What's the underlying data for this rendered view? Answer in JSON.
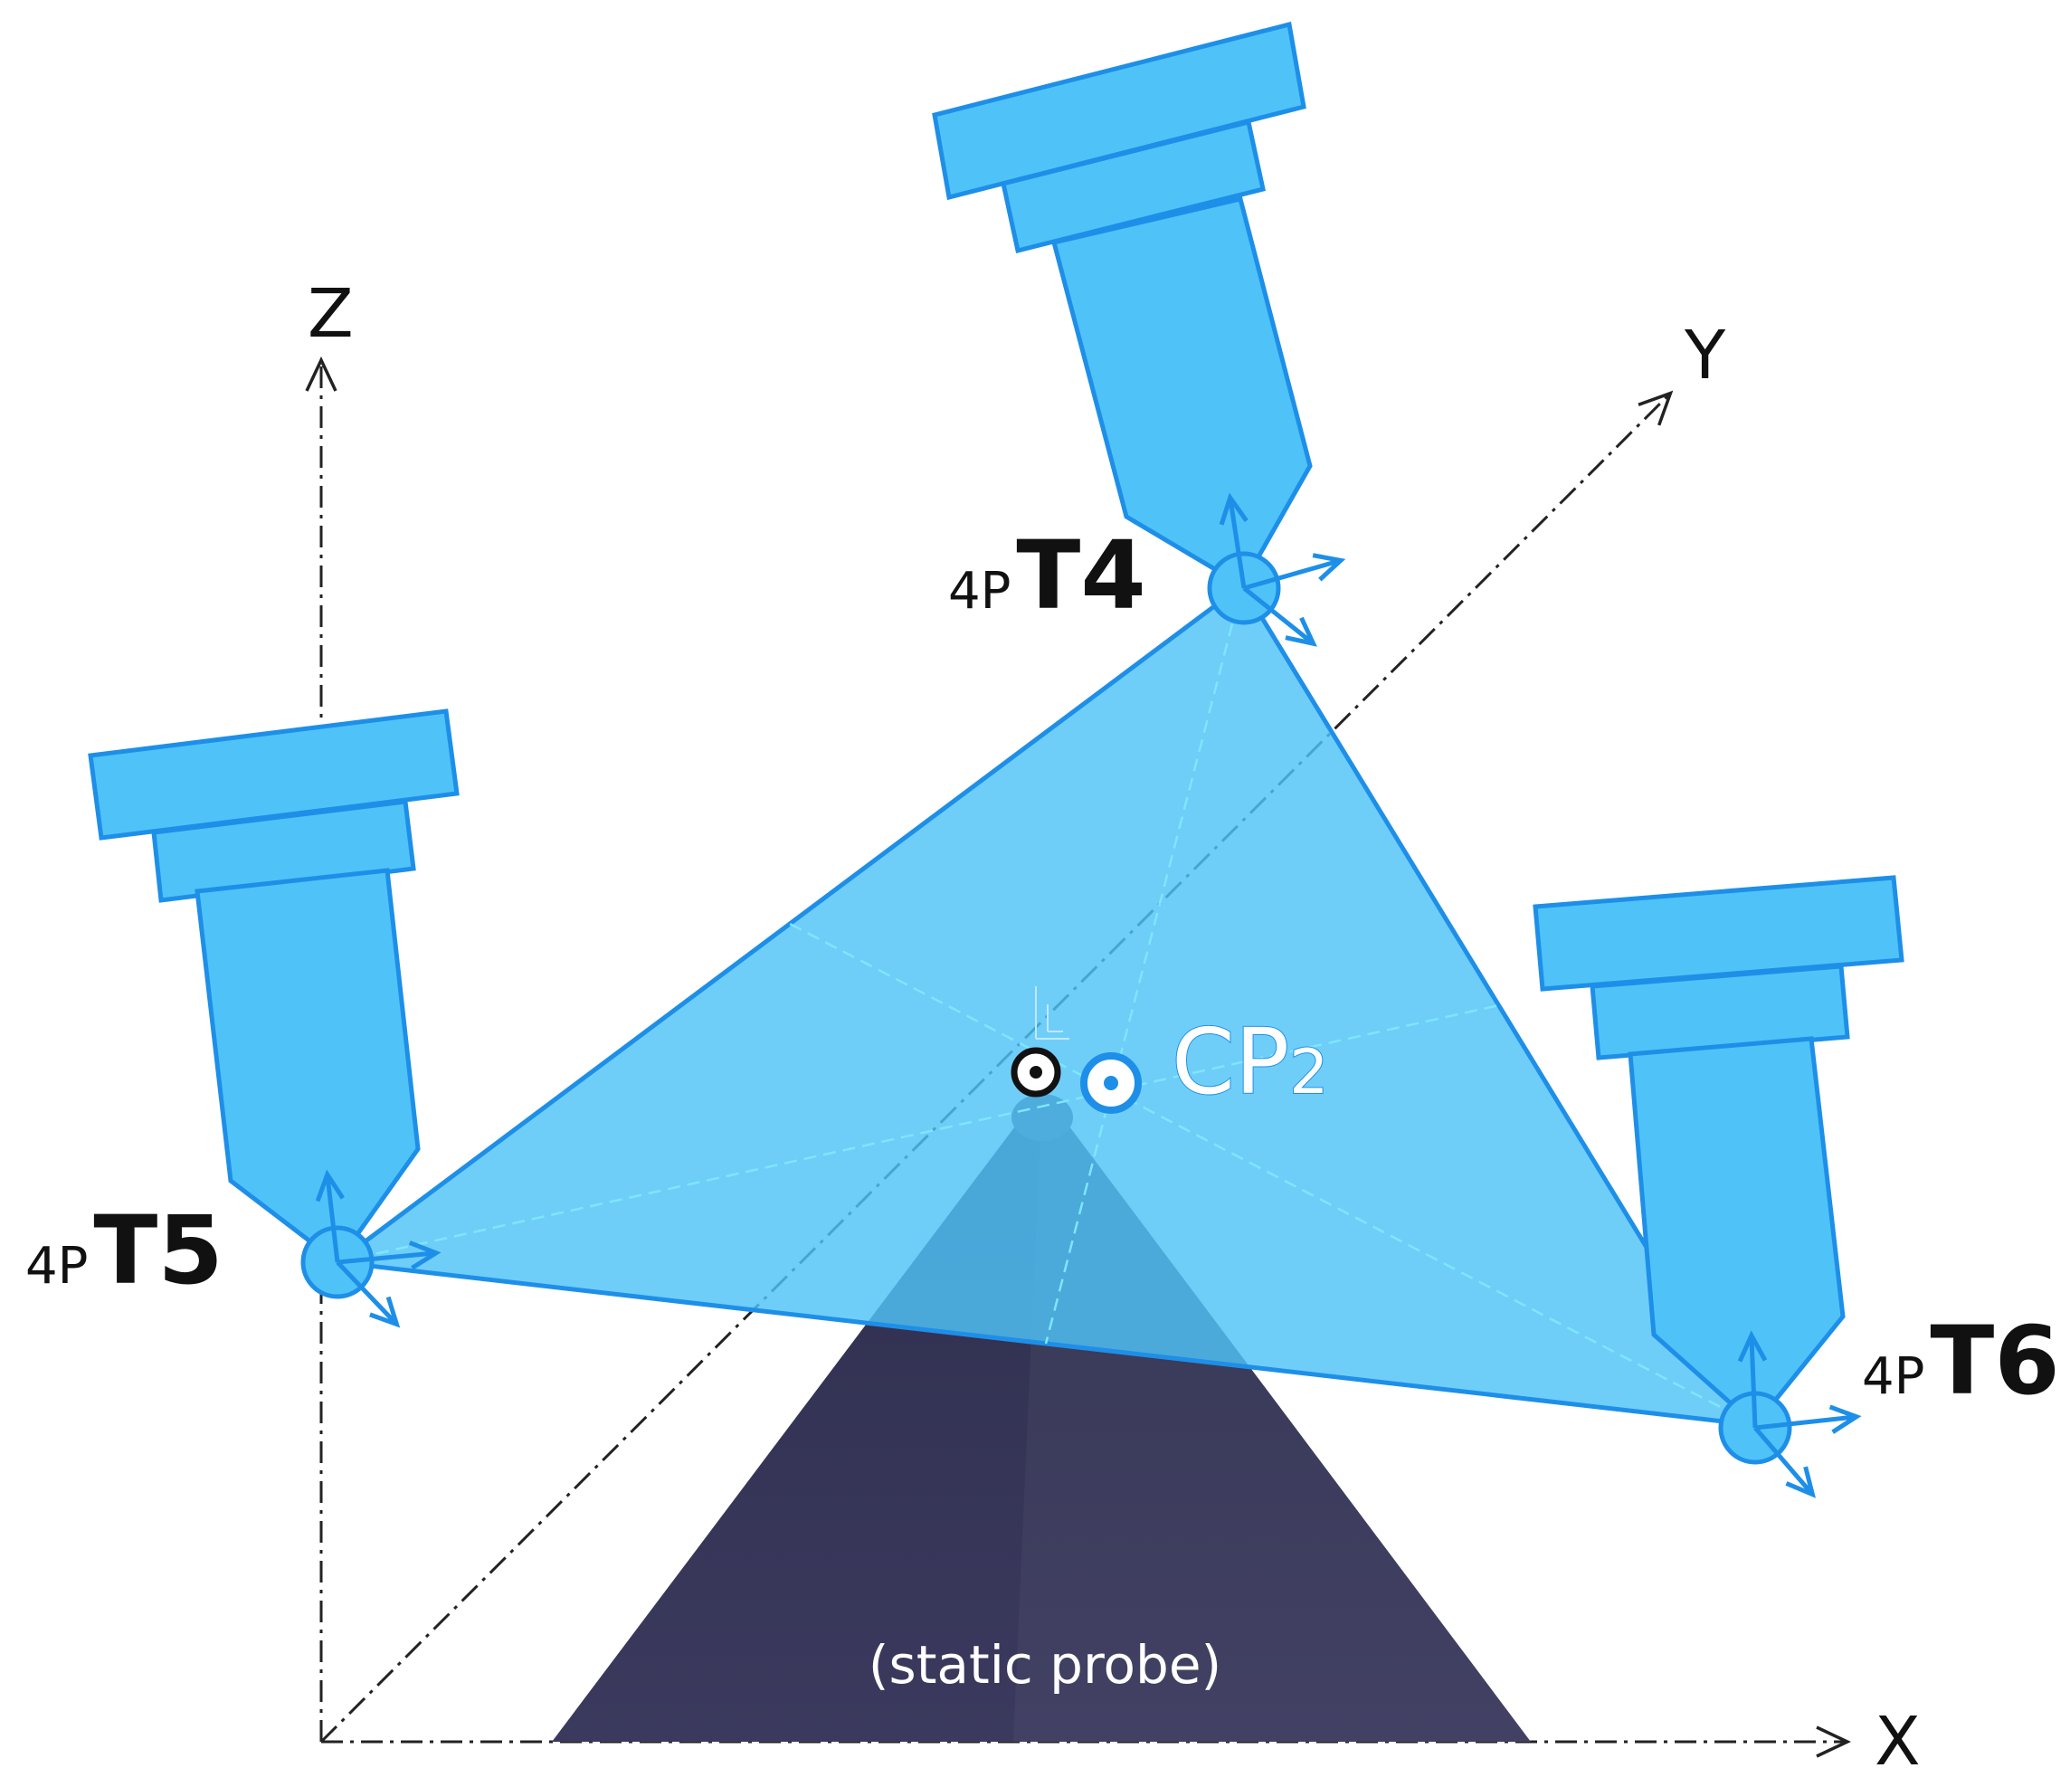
{
  "axes": {
    "x_label": "X",
    "y_label": "Y",
    "z_label": "Z"
  },
  "tools": [
    {
      "id": "T4",
      "prefix": "4P",
      "name": "T4"
    },
    {
      "id": "T5",
      "prefix": "4P",
      "name": "T5"
    },
    {
      "id": "T6",
      "prefix": "4P",
      "name": "T6"
    }
  ],
  "contact_point": {
    "label": "CP",
    "subscript": "2"
  },
  "probe": {
    "label": "(static probe)"
  },
  "colors": {
    "tool_fill": "#4fc3f7",
    "tool_stroke": "#1e8fe8",
    "plane_fill": "#4fc3f7",
    "probe_fill": "#363556",
    "axis": "#222222",
    "text": "#111111"
  }
}
